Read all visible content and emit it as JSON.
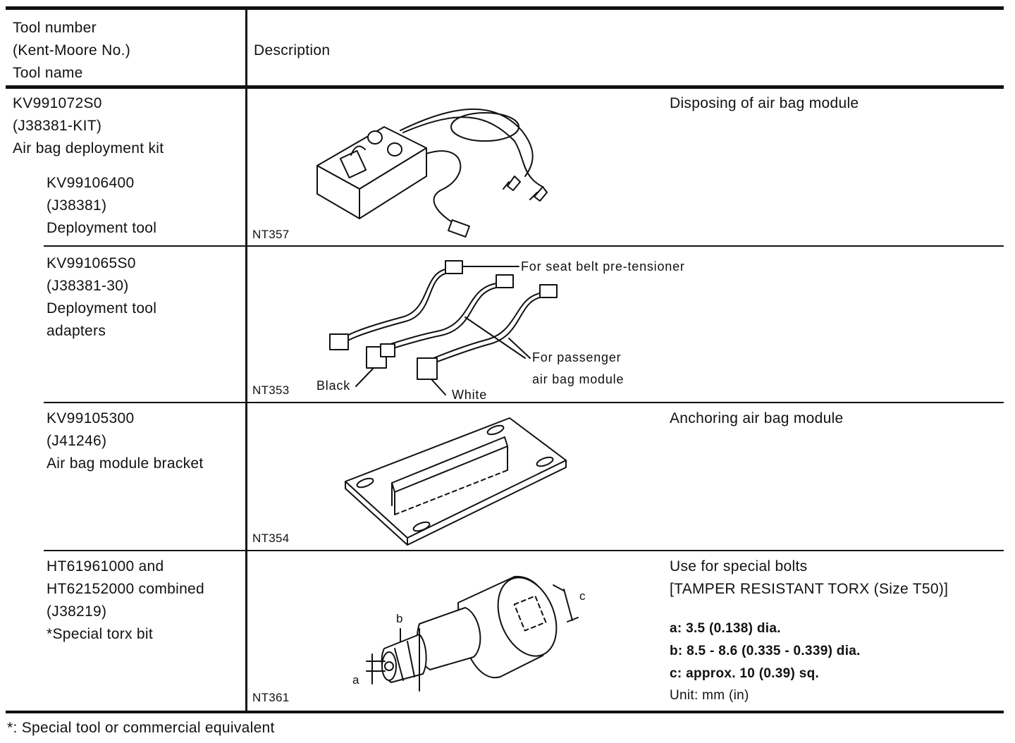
{
  "header": {
    "col1_lines": [
      "Tool number",
      "(Kent-Moore No.)",
      "Tool name"
    ],
    "col2": "Description"
  },
  "rows": [
    {
      "tool_lines": [
        "KV991072S0",
        "(J38381-KIT)",
        "Air bag deployment kit"
      ],
      "sub_tool_lines": [
        "KV99106400",
        "(J38381)",
        "Deployment tool"
      ],
      "description": "Disposing of air bag module",
      "figure_code": "NT357",
      "figure_icon": "deployment-tool-illustration"
    },
    {
      "tool_lines": [
        "KV991065S0",
        "(J38381-30)",
        "Deployment tool",
        "adapters"
      ],
      "figure_code": "NT353",
      "figure_icon": "deployment-adapters-illustration",
      "callouts": {
        "seat_belt": "For seat belt pre-tensioner",
        "passenger_1": "For passenger",
        "passenger_2": "air bag module",
        "black": "Black",
        "white": "White"
      }
    },
    {
      "tool_lines": [
        "KV99105300",
        "(J41246)",
        "Air bag module bracket"
      ],
      "description": "Anchoring air bag module",
      "figure_code": "NT354",
      "figure_icon": "module-bracket-illustration"
    },
    {
      "tool_lines": [
        "HT61961000 and",
        "HT62152000 combined",
        "(J38219)",
        "*Special torx bit"
      ],
      "description_lines": [
        "Use for special bolts",
        "[TAMPER RESISTANT TORX (Size T50)]"
      ],
      "specs": [
        "a: 3.5 (0.138) dia.",
        "b: 8.5 - 8.6 (0.335 - 0.339) dia.",
        "c: approx. 10 (0.39) sq."
      ],
      "unit": "Unit: mm (in)",
      "figure_code": "NT361",
      "figure_icon": "torx-bit-illustration",
      "dim_labels": {
        "a": "a",
        "b": "b",
        "c": "c"
      }
    }
  ],
  "footnote": "*: Special tool or commercial equivalent"
}
